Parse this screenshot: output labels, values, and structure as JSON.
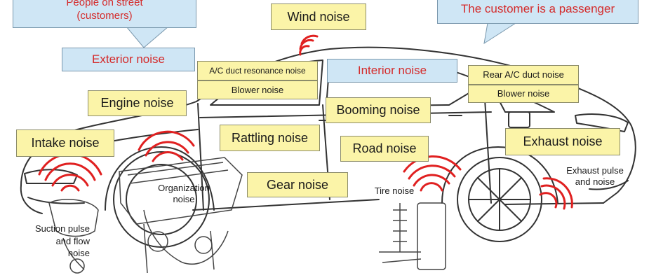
{
  "callouts": {
    "street": {
      "line1": "People on street",
      "line2": "(customers)"
    },
    "exterior_noise": "Exterior noise",
    "passenger": "The customer is a passenger",
    "interior_noise": "Interior noise"
  },
  "labels": {
    "wind_noise": "Wind noise",
    "ac_duct_resonance": "A/C duct resonance noise",
    "blower_front": "Blower noise",
    "engine_noise": "Engine noise",
    "intake_noise": "Intake noise",
    "rattling_noise": "Rattling noise",
    "booming_noise": "Booming noise",
    "road_noise": "Road noise",
    "gear_noise": "Gear noise",
    "rear_ac_duct": "Rear A/C duct noise",
    "blower_rear": "Blower noise",
    "exhaust_noise": "Exhaust noise"
  },
  "annotations": {
    "organization": {
      "line1": "Organization",
      "line2": "noise"
    },
    "tire_noise": "Tire noise",
    "suction": {
      "line1": "Suction pulse",
      "line2": "and flow",
      "line3": "noise"
    },
    "exhaust_pulse": {
      "line1": "Exhaust pulse",
      "line2": "and noise"
    }
  },
  "colors": {
    "yellow_box": "#fbf4a8",
    "blue_box": "#cfe6f5",
    "red_text": "#d42b2b",
    "sound_wave": "#e02020",
    "outline": "#333333"
  }
}
